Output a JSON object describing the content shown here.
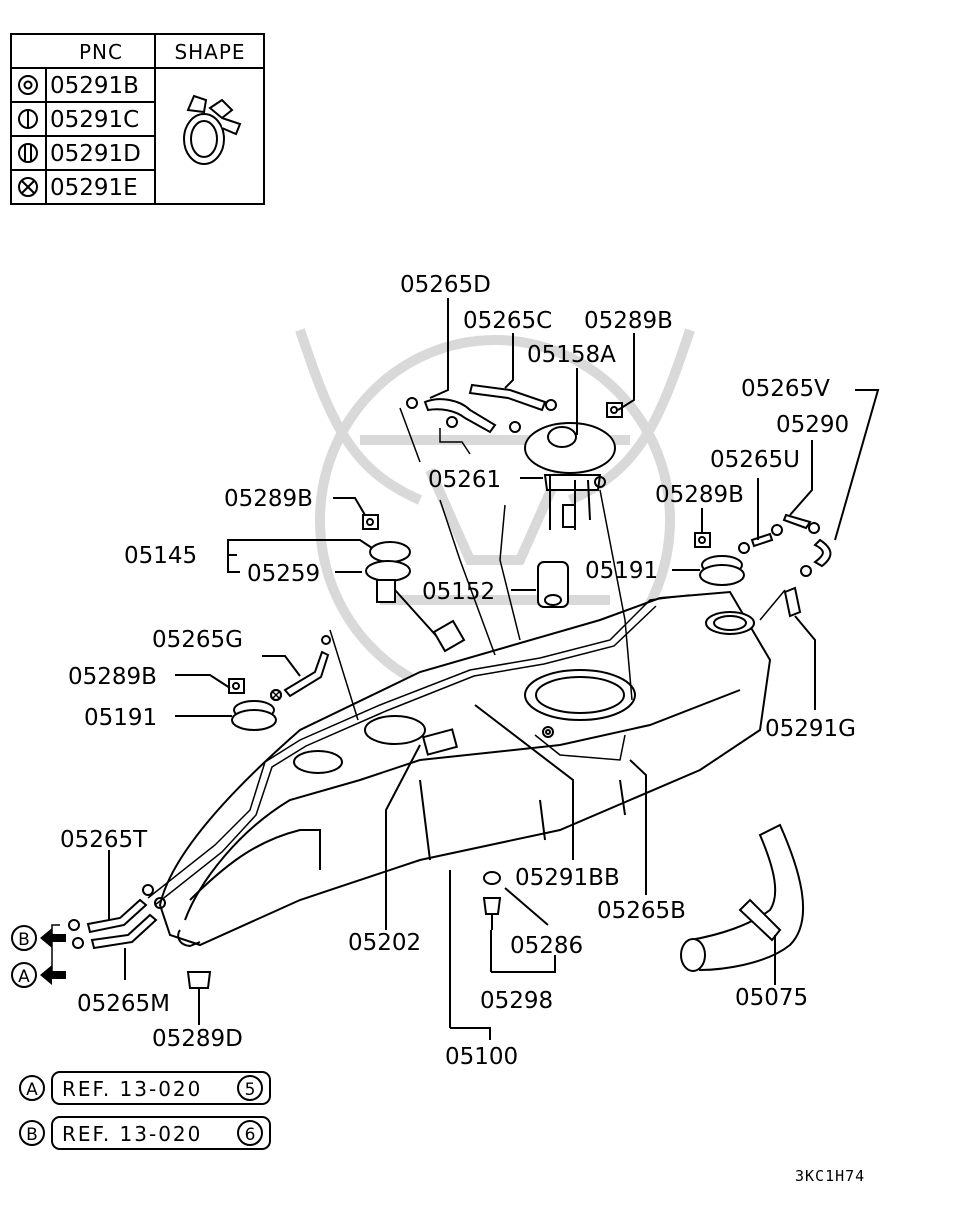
{
  "legend": {
    "header_pnc": "PNC",
    "header_shape": "SHAPE",
    "rows": [
      {
        "symbol": "double-circle-icon",
        "pnc": "05291B"
      },
      {
        "symbol": "circle-one-bar-icon",
        "pnc": "05291C"
      },
      {
        "symbol": "circle-two-bar-icon",
        "pnc": "05291D"
      },
      {
        "symbol": "circle-x-icon",
        "pnc": "05291E"
      }
    ]
  },
  "labels": {
    "p05265D": "05265D",
    "p05265C": "05265C",
    "p05289B_top": "05289B",
    "p05158A": "05158A",
    "p05265V": "05265V",
    "p05290": "05290",
    "p05265U": "05265U",
    "p05261": "05261",
    "p05289B_left": "05289B",
    "p05289B_right": "05289B",
    "p05145": "05145",
    "p05259": "05259",
    "p05152": "05152",
    "p05191_right": "05191",
    "p05265G": "05265G",
    "p05289B_mid": "05289B",
    "p05191_left": "05191",
    "p05291G": "05291G",
    "p05265T": "05265T",
    "p05291BB": "05291BB",
    "p05265B": "05265B",
    "p05202": "05202",
    "p05286": "05286",
    "p05075": "05075",
    "p05298": "05298",
    "p05265M": "05265M",
    "p05289D": "05289D",
    "p05100": "05100"
  },
  "markers": {
    "a": "A",
    "b": "B"
  },
  "refs": [
    {
      "marker": "A",
      "text": "REF. 13-020",
      "circled": "5"
    },
    {
      "marker": "B",
      "text": "REF. 13-020",
      "circled": "6"
    }
  ],
  "diagram_code": "3KC1H74"
}
